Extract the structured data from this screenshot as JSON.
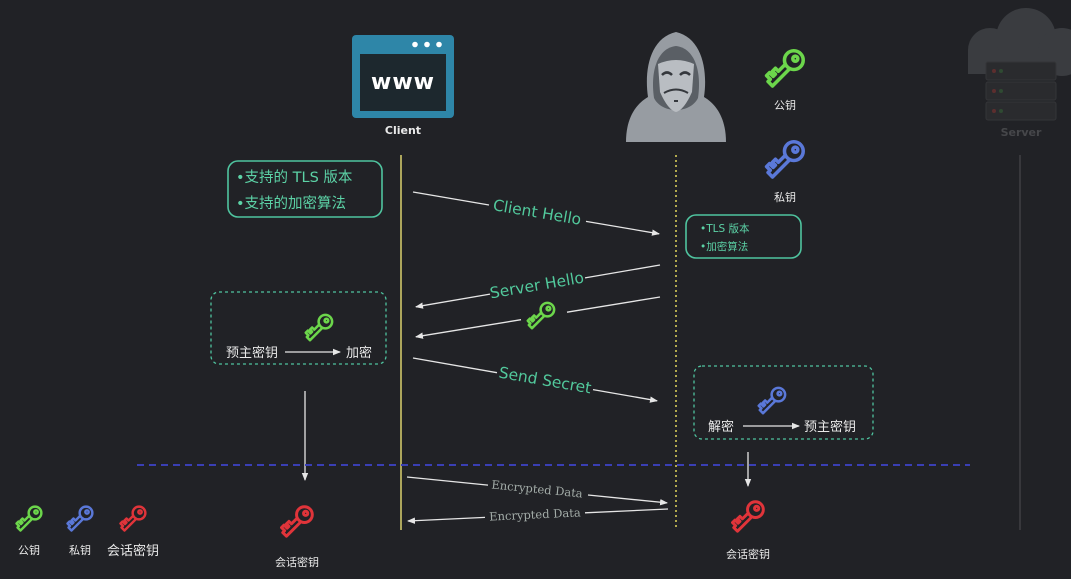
{
  "client": {
    "window_text": "www",
    "label": "Client"
  },
  "server": {
    "label": "Server"
  },
  "attacker_keys": {
    "public_label": "公钥",
    "private_label": "私钥"
  },
  "client_hello_box": {
    "items": [
      "•支持的 TLS 版本",
      "•支持的加密算法"
    ]
  },
  "intercept_box": {
    "items": [
      "•TLS 版本",
      "•加密算法"
    ]
  },
  "messages": {
    "client_hello": "Client Hello",
    "server_hello": "Server Hello",
    "send_secret": "Send Secret",
    "encrypted_data_out": "Encrypted Data",
    "encrypted_data_in": "Encrypted Data"
  },
  "encrypt_box": {
    "input": "预主密钥",
    "output": "加密"
  },
  "decrypt_box": {
    "input": "解密",
    "output": "预主密钥"
  },
  "session_key_client_label": "会话密钥",
  "session_key_attacker_label": "会话密钥",
  "legend": [
    {
      "label": "公钥",
      "key": "public"
    },
    {
      "label": "私钥",
      "key": "private"
    },
    {
      "label": "会话密钥",
      "key": "session"
    }
  ],
  "icons": {
    "client": "browser-window-icon",
    "attacker": "hooded-hacker-icon",
    "server": "cloud-server-icon",
    "key": "key-icon"
  },
  "colors": {
    "background": "#212226",
    "public": "#6cd64b",
    "private": "#5a78d8",
    "session": "#e0343a",
    "box_text": "#5cd2a6",
    "client_icon": "#2e86a8",
    "divider": "#3a3fb4"
  }
}
